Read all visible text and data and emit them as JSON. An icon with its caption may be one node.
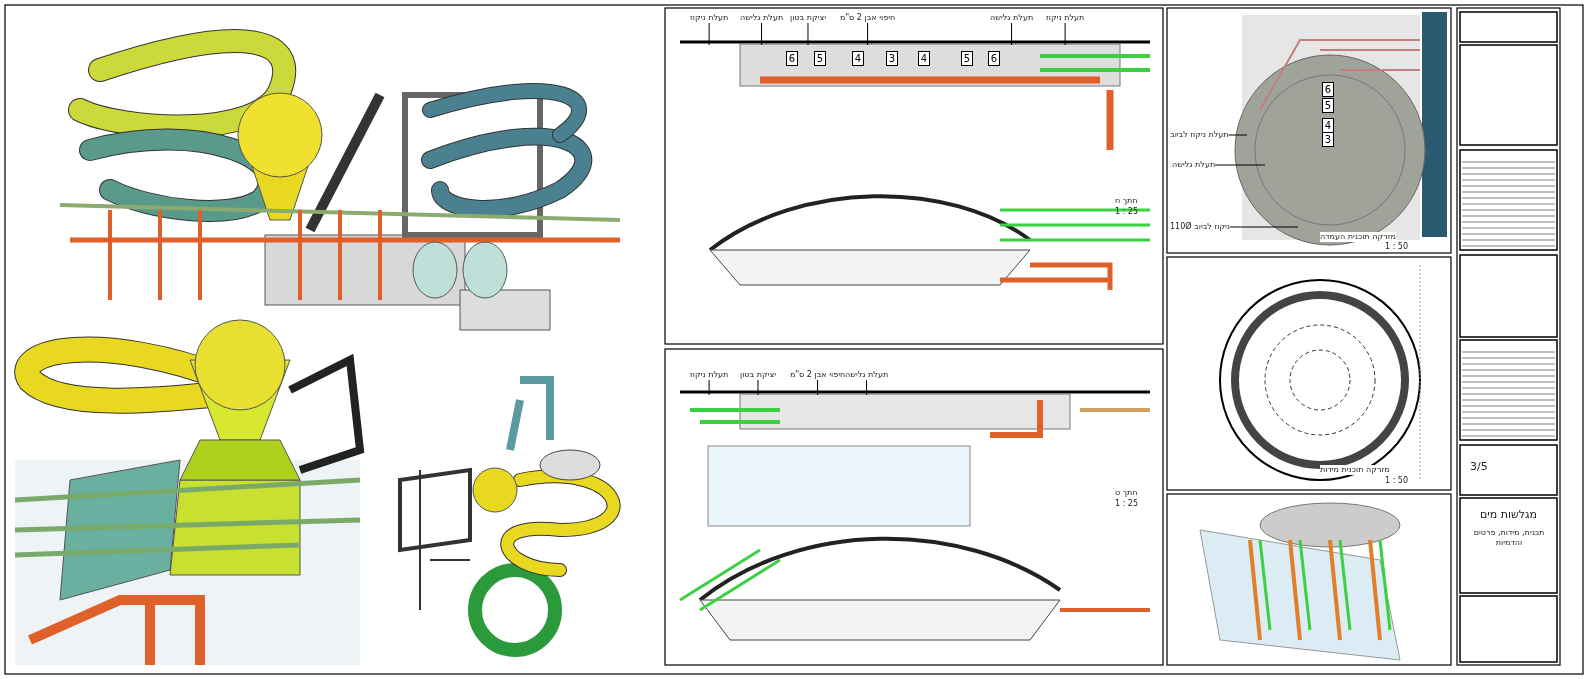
{
  "diagram": {
    "nodes": [
      {
        "text": [
          "תעלת ניקוז"
        ]
      },
      {
        "text": [
          "תעלת גלישה"
        ]
      },
      {
        "text": [
          "יציקת בטון"
        ]
      },
      {
        "text": [
          "חיפוי אבן 2 ס\"מ"
        ]
      },
      {
        "text": [
          "תעלת גלישה"
        ]
      },
      {
        "text": [
          "תעלת ניקוז"
        ]
      },
      {
        "text": [
          "תעלת ניקוז"
        ]
      },
      {
        "text": [
          "יציקת בטון"
        ]
      },
      {
        "text": [
          "חיפוי אבן 2 ס\"מ"
        ]
      },
      {
        "text": [
          "תעלת גלישה"
        ]
      },
      {
        "text": [
          "תעלת ניקוז לביוב"
        ]
      },
      {
        "text": [
          "תעלת גלישה"
        ]
      },
      {
        "text": [
          "ניקוז לביוב 110Ø"
        ]
      },
      {
        "text": [],
        "shape": "picture"
      },
      {
        "text": [],
        "shape": "picture"
      },
      {
        "text": [],
        "shape": "picture"
      }
    ],
    "edges": [
      {
        "from": 0,
        "to": 13,
        "arrow": "none"
      },
      {
        "from": 1,
        "to": 13,
        "arrow": "none"
      },
      {
        "from": 2,
        "to": 13,
        "arrow": "none"
      },
      {
        "from": 3,
        "to": 13,
        "arrow": "none"
      },
      {
        "from": 4,
        "to": 13,
        "arrow": "none"
      },
      {
        "from": 5,
        "to": 13,
        "arrow": "none"
      },
      {
        "from": 6,
        "to": 14,
        "arrow": "none"
      },
      {
        "from": 7,
        "to": 14,
        "arrow": "none"
      },
      {
        "from": 8,
        "to": 14,
        "arrow": "none"
      },
      {
        "from": 9,
        "to": 14,
        "arrow": "none"
      },
      {
        "from": 10,
        "to": 15,
        "arrow": "none"
      },
      {
        "from": 11,
        "to": 15,
        "arrow": "none"
      },
      {
        "from": 12,
        "to": 15,
        "arrow": "none"
      }
    ],
    "labels": [
      "6",
      "5",
      "4",
      "3",
      "4",
      "5",
      "6",
      "חתך ח",
      "1 : 25",
      "6",
      "5",
      "4",
      "3",
      "חתך ט",
      "1 : 25",
      "מזרקה תוכנית העמדה",
      "1 : 50",
      "מזרקה תוכנית מידות",
      "1 : 50",
      "3/5",
      "מגלשות מים",
      "תכנית, מידות, פרטים והדמיות"
    ]
  }
}
